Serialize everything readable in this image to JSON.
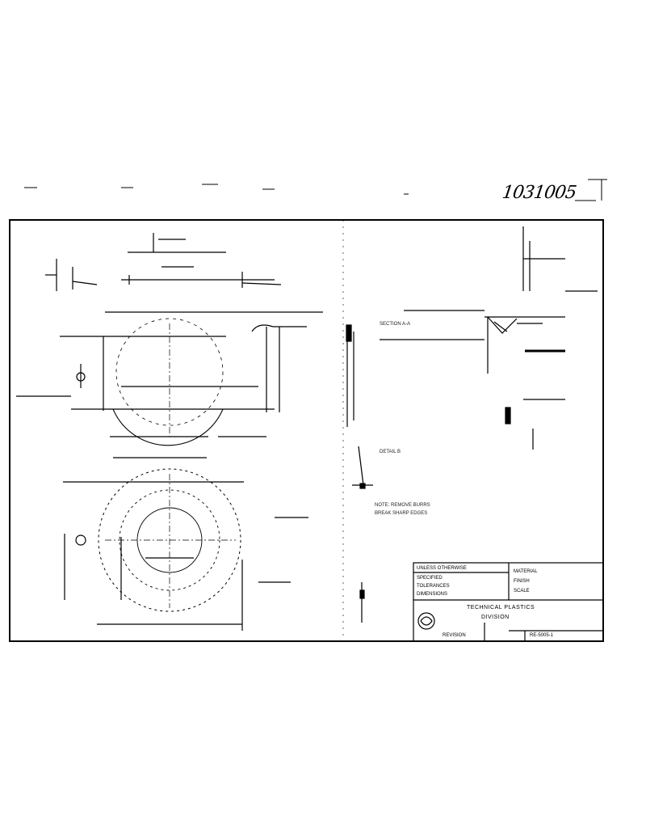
{
  "document": {
    "drawing_number_handwritten": "1031005",
    "sheet_type": "engineering drawing scan"
  },
  "title_block": {
    "company_line1": "TECHNICAL PLASTICS",
    "company_line2": "DIVISION",
    "drawing_no": "RE-5005-1",
    "revision_block": "REVISION",
    "notes_left": [
      "UNLESS OTHERWISE",
      "SPECIFIED",
      "TOLERANCES",
      "DIMENSIONS"
    ],
    "notes_right": [
      "MATERIAL",
      "FINISH",
      "SCALE"
    ]
  },
  "notes": {
    "note1": "SECTION A-A",
    "note2": "DETAIL B",
    "note3": "NOTE: REMOVE BURRS",
    "note4": "BREAK SHARP EDGES"
  },
  "colors": {
    "line": "#000000",
    "paper": "#ffffff"
  }
}
